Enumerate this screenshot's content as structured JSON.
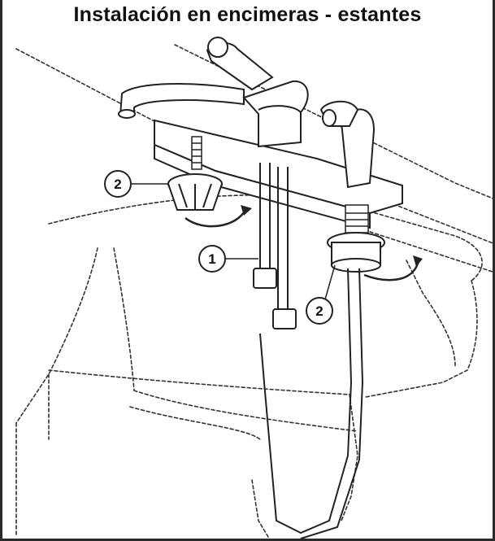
{
  "title": "Instalación en encimeras - estantes",
  "callouts": [
    {
      "id": "callout-2-mounting-nut-left",
      "label": "2"
    },
    {
      "id": "callout-1-supply-hoses",
      "label": "1"
    },
    {
      "id": "callout-2-mounting-nut-right",
      "label": "2"
    }
  ]
}
